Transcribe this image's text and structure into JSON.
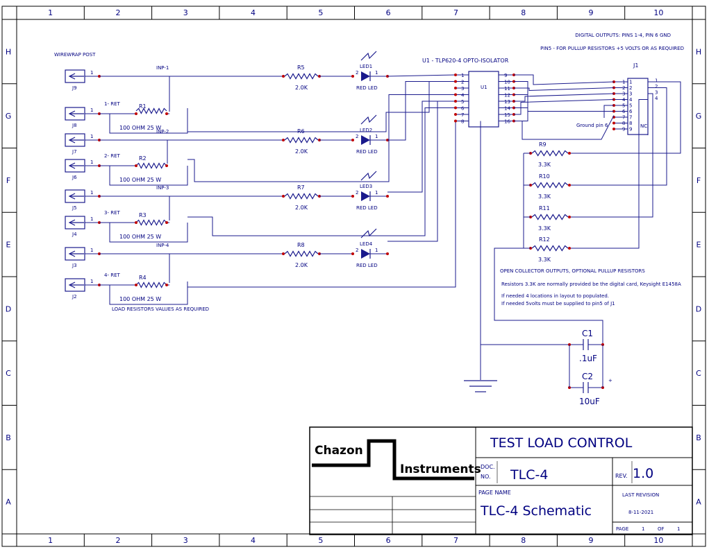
{
  "frame": {
    "cols": [
      "1",
      "2",
      "3",
      "4",
      "5",
      "6",
      "7",
      "8",
      "9",
      "10"
    ],
    "rows": [
      "H",
      "G",
      "F",
      "E",
      "D",
      "C",
      "B",
      "A"
    ]
  },
  "notes": {
    "digital_outputs": "DIGITAL OUTPUTS: PINS 1-4, PIN 6 GND",
    "pin5": "PIN5 - FOR PULLUP RESISTORS +5 VOLTS OR AS REQUIRED",
    "wirewrap": "WIREWRAP POST",
    "load": "LOAD RESISTORS VALUES AS REQUIRED",
    "oc": "OPEN COLLECTOR OUTPUTS, OPTIONAL PULLUP RESISTORS",
    "res_note": "Resistors 3.3K are normally provided be the digital card, Keysight E1458A",
    "if1": "If needed 4 locations in layout to populated.",
    "if2": "If needed 5volts must be supplied to pin5 of J1",
    "ground": "Ground pin 6",
    "nc": "NC"
  },
  "u1": {
    "title": "U1 - TLP620-4 OPTO-ISOLATOR",
    "ref": "U1",
    "left_pins": [
      "1",
      "2",
      "3",
      "4",
      "5",
      "6",
      "7",
      "8"
    ],
    "right_pins": [
      "9",
      "10",
      "11",
      "12",
      "13",
      "14",
      "15",
      "16"
    ]
  },
  "j1": {
    "ref": "J1",
    "pins": [
      "1",
      "2",
      "3",
      "4",
      "5",
      "6",
      "7",
      "8",
      "9"
    ],
    "out_pins": [
      "1",
      "2",
      "3",
      "4"
    ]
  },
  "channels": [
    {
      "post": "J9",
      "ret": "J8",
      "post_pin": "1",
      "ret_pin": "1",
      "net": "INP-1",
      "ret_net": "1- RET",
      "rload": "R1",
      "rload_val": "100 OHM 25 W",
      "rs": "R5",
      "rs_val": "2.0K",
      "led": "LED1",
      "led_val": "RED LED",
      "led_p2": "2",
      "led_p1": "1"
    },
    {
      "post": "J7",
      "ret": "J6",
      "post_pin": "1",
      "ret_pin": "1",
      "net": "INP-2",
      "ret_net": "2- RET",
      "rload": "R2",
      "rload_val": "100 OHM 25 W",
      "rs": "R6",
      "rs_val": "2.0K",
      "led": "LED2",
      "led_val": "RED LED",
      "led_p2": "2",
      "led_p1": "1"
    },
    {
      "post": "J5",
      "ret": "J4",
      "post_pin": "1",
      "ret_pin": "1",
      "net": "INP-3",
      "ret_net": "3- RET",
      "rload": "R3",
      "rload_val": "100 OHM 25 W",
      "rs": "R7",
      "rs_val": "2.0K",
      "led": "LED3",
      "led_val": "RED LED",
      "led_p2": "2",
      "led_p1": "1"
    },
    {
      "post": "J3",
      "ret": "J2",
      "post_pin": "1",
      "ret_pin": "1",
      "net": "INP-4",
      "ret_net": "4- RET",
      "rload": "R4",
      "rload_val": "100 OHM 25 W",
      "rs": "R8",
      "rs_val": "2.0K",
      "led": "LED4",
      "led_val": "RED LED",
      "led_p2": "2",
      "led_p1": "1"
    }
  ],
  "pullups": [
    {
      "ref": "R9",
      "val": "3.3K"
    },
    {
      "ref": "R10",
      "val": "3.3K"
    },
    {
      "ref": "R11",
      "val": "3.3K"
    },
    {
      "ref": "R12",
      "val": "3.3K"
    }
  ],
  "caps": [
    {
      "ref": "C1",
      "val": ".1uF"
    },
    {
      "ref": "C2",
      "val": "10uF"
    }
  ],
  "title_block": {
    "logo_top": "Chazon",
    "logo_bottom": "Instruments",
    "title": "TEST LOAD CONTROL",
    "doc_label_1": "DOC.",
    "doc_label_2": "NO.",
    "doc_no": "TLC-4",
    "rev_label": "REV.",
    "rev": "1.0",
    "page_name_label": "PAGE NAME",
    "page_name": "TLC-4 Schematic",
    "last_rev_label": "LAST REVISION",
    "date": "8-11-2021",
    "page_label": "PAGE",
    "page": "1",
    "of_label": "OF",
    "of": "1"
  }
}
